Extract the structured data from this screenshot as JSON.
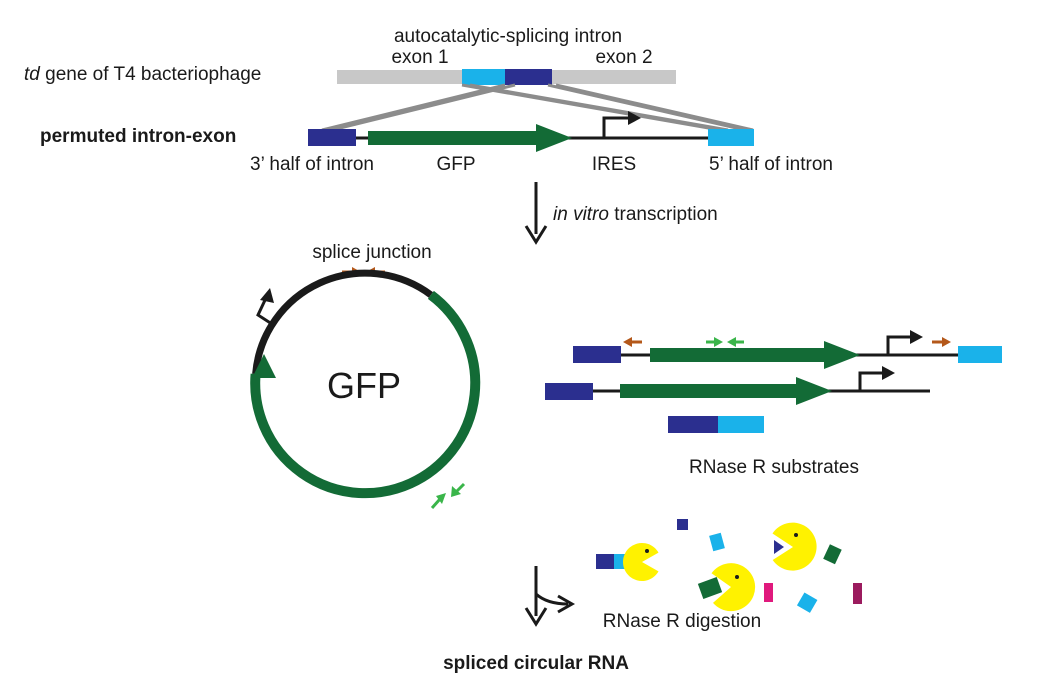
{
  "labels": {
    "intron_title": "autocatalytic-splicing intron",
    "exon1": "exon 1",
    "exon2": "exon 2",
    "td_gene_italic": "td",
    "td_gene_rest": " gene of T4 bacteriophage",
    "permuted": "permuted intron-exon",
    "half3": "3’ half of intron",
    "gfp_construct": "GFP",
    "ires": "IRES",
    "half5": "5’ half of intron",
    "invitro_italic": "in vitro",
    "invitro_rest": " transcription",
    "splice_junction": "splice junction",
    "circle_gfp": "GFP",
    "rnase_substrates": "RNase R substrates",
    "rnase_digestion": "RNase R digestion",
    "spliced_circular": "spliced circular RNA"
  },
  "colors": {
    "dark_blue": "#2b2f8f",
    "light_blue": "#1ab2ea",
    "gfp_green": "#136b36",
    "primer_orange": "#b4581a",
    "primer_green": "#3ab54a",
    "magenta": "#e0197d",
    "purple": "#9b1b5e",
    "pacman_yellow": "#fff200",
    "gray": "#c8c8c8",
    "black": "#1a1a1a"
  }
}
